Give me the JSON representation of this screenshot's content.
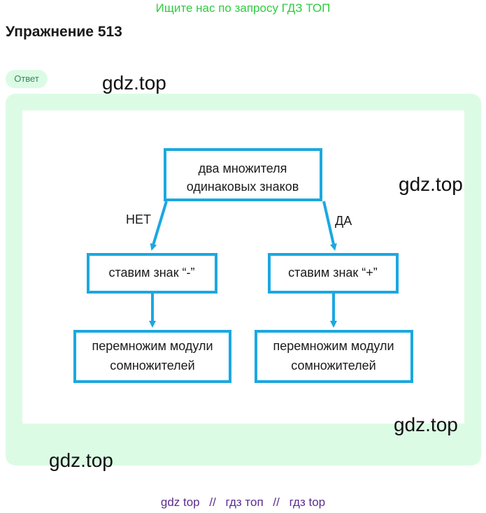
{
  "banner": {
    "text": "Ищите нас по запросу ГДЗ ТОП",
    "color": "#2ecc40"
  },
  "exercise": {
    "title": "Упражнение 513"
  },
  "answer_badge": {
    "label": "Ответ"
  },
  "diagram": {
    "stroke_color": "#1ba8e0",
    "root": {
      "line1": "два множителя",
      "line2": "одинаковых знаков"
    },
    "branches": {
      "no_label": "НЕТ",
      "yes_label": "ДА"
    },
    "left_step": {
      "text": "ставим знак “-”"
    },
    "right_step": {
      "text": "ставим знак “+”"
    },
    "left_result": {
      "line1": "перемножим модули",
      "line2": "сомножителей"
    },
    "right_result": {
      "line1": "перемножим модули",
      "line2": "сомножителей"
    }
  },
  "watermarks": [
    "gdz.top",
    "gdz.top",
    "gdz.top",
    "gdz.top"
  ],
  "footer": {
    "link1": "gdz top",
    "sep1": "//",
    "link2": "гдз топ",
    "sep2": "//",
    "link3": "гдз top"
  }
}
